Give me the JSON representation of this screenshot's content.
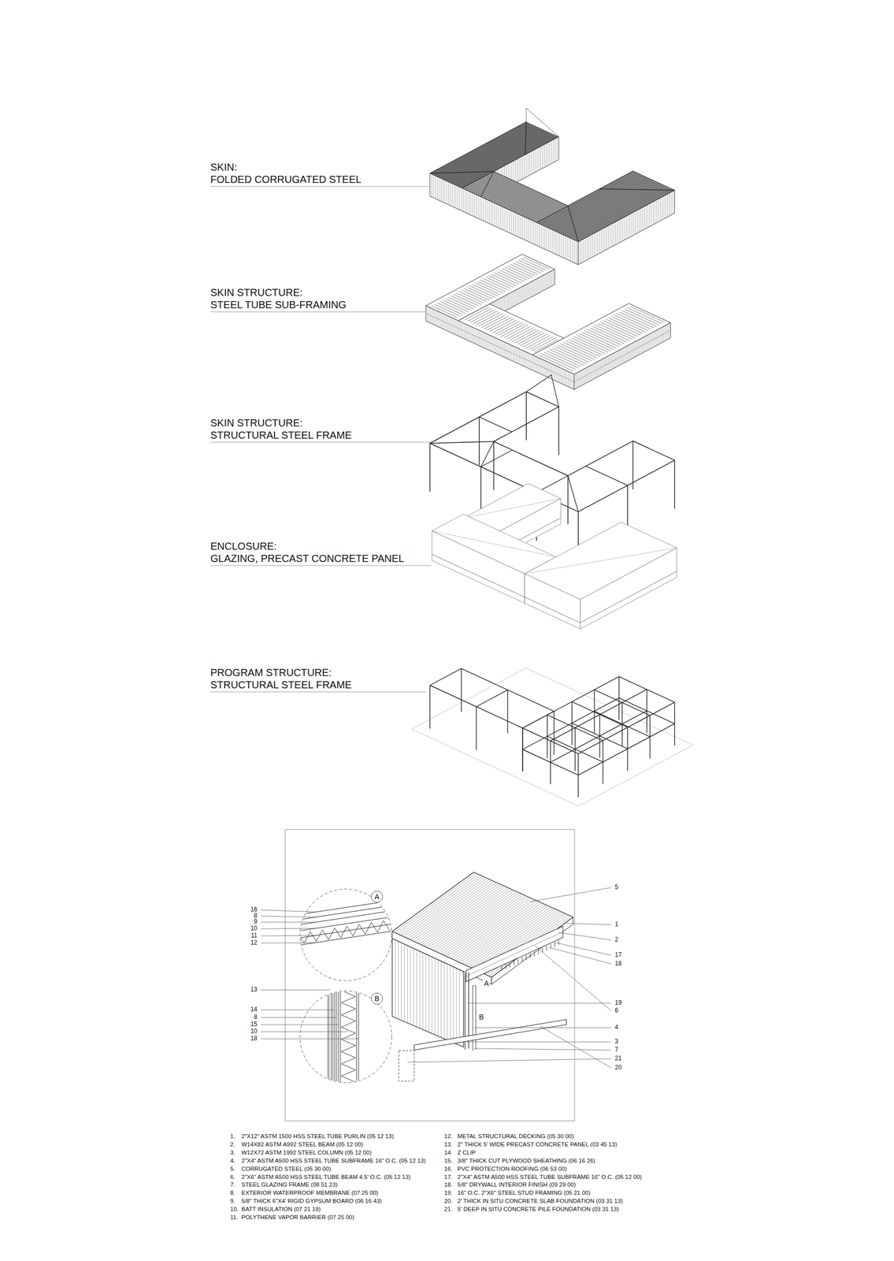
{
  "diagram": {
    "labels": [
      "SKIN:",
      "FOLDED CORRUGATED STEEL",
      "SKIN STRUCTURE:",
      "STEEL TUBE SUB-FRAMING",
      "SKIN STRUCTURE:",
      "STRUCTURAL STEEL FRAME",
      "ENCLOSURE:",
      "GLAZING, PRECAST CONCRETE PANEL",
      "PROGRAM STRUCTURE:",
      "STRUCTURAL STEEL FRAME",
      "A",
      "B",
      "16",
      "8",
      "9",
      "10",
      "11",
      "12",
      "13",
      "14",
      "8",
      "15",
      "10",
      "18",
      "A",
      "B",
      "5",
      "1",
      "2",
      "17",
      "18",
      "19",
      "6",
      "4",
      "3",
      "7",
      "21",
      "20",
      "1.",
      "2\"X12\" ASTM 1500 HSS STEEL TUBE PURLIN (05 12 13)",
      "2.",
      "W14X82 ASTM A992 STEEL BEAM (05 12 00)",
      "3.",
      "W12X72 ASTM 1992 STEEL COLUMN (05 12 00)",
      "4.",
      "2\"X4\" ASTM A500 HSS STEEL TUBE SUBFRAME 16\" O.C. (05 12 13)",
      "5.",
      "CORRUGATED STEEL (05 30 00)",
      "6.",
      "2\"X6\" ASTM A500 HSS STEEL TUBE BEAM 4.5' O.C. (05 12 13)",
      "7.",
      "STEEL GLAZING FRAME (08 51 23)",
      "8.",
      "EXTERIOR WATERPROOF MEMBRANE (07 25 00)",
      "9.",
      "5/8\" THICK 6\"X4' RIGID GYPSUM BOARD (06 16 43)",
      "10.",
      "BATT INSULATION (07 21 19)",
      "11.",
      "POLYTHENE VAPOR BARRIER (07 25 00)",
      "12.",
      "METAL STRUCTURAL DECKING (05 30 00)",
      "13.",
      "2\" THICK 5' WIDE PRECAST CONCRETE PANEL (03 45 13)",
      "14.",
      "Z CLIP",
      "15.",
      "3/8\" THICK CUT PLYWOOD SHEATHING (06 16 26)",
      "16.",
      "PVC PROTECTION ROOFING (06 53 00)",
      "17.",
      "2\"X4\" ASTM A500 HSS STEEL TUBE SUBFRAME 16\" O.C. (05 12 00)",
      "18.",
      "5/8\" DRYWALL INTERIOR FINISH (09 29 00)",
      "19.",
      "16\" O.C. 2\"X6\" STEEL STUD FRAMING (05 21 00)",
      "20.",
      "2' THICK IN SITU CONCRETE SLAB FOUNDATION (03 31 13)",
      "21.",
      "5' DEEP IN SITU CONCRETE PILE FOUNDATION (03 31 13)"
    ]
  }
}
